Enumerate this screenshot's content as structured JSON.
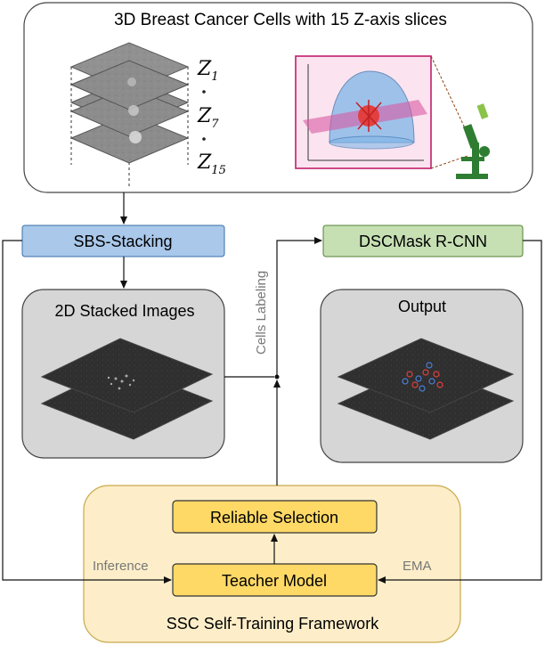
{
  "title": "3D Breast Cancer Cells with 15 Z-axis slices",
  "z_labels": {
    "z1": "Z",
    "z1_sub": "1",
    "z7": "Z",
    "z7_sub": "7",
    "z15": "Z",
    "z15_sub": "15"
  },
  "boxes": {
    "sbs_stacking": "SBS-Stacking",
    "stacked_images": "2D Stacked Images",
    "dscmask": "DSCMask R-CNN",
    "output": "Output",
    "reliable_selection": "Reliable Selection",
    "teacher_model": "Teacher Model",
    "framework": "SSC Self-Training Framework"
  },
  "edge_labels": {
    "cells_labeling": "Cells Labeling",
    "inference": "Inference",
    "ema": "EMA"
  },
  "colors": {
    "blue_box": "#a9c8ea",
    "green_box": "#c6e0b4",
    "yellow_box": "#ffd966",
    "framework_bg": "#fdeec9",
    "gray_panel": "#d6d6d6",
    "ellipse_pink": "#e0559a"
  }
}
